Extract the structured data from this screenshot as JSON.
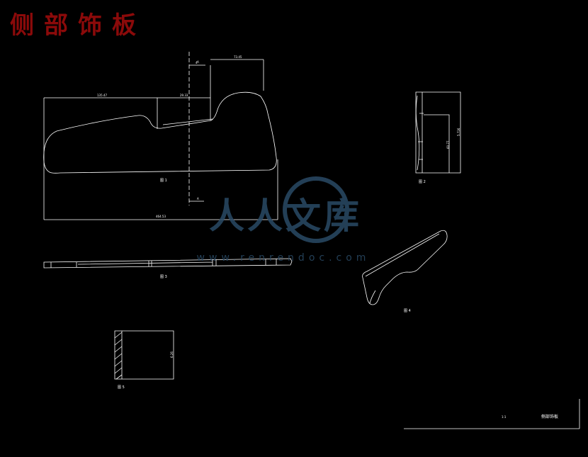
{
  "drawing": {
    "title": "侧部饰板",
    "title_color": "#8b0a0a",
    "line_color": "#ffffff",
    "background": "#000000"
  },
  "views": {
    "main_view": {
      "label": "图 1",
      "dims": [
        "73.45",
        "4",
        "135.47",
        "29.33",
        "464.53",
        "A",
        "A"
      ]
    },
    "side_view": {
      "label": "图 2",
      "dims": [
        "60.77",
        "5.726"
      ]
    },
    "bottom_view": {
      "label": "图 3"
    },
    "iso_view": {
      "label": "图 4"
    },
    "section_view": {
      "label": "图 5",
      "dims": [
        "6.26"
      ]
    }
  },
  "watermark": {
    "text": "人人文库",
    "url": "www.renrendoc.com",
    "color": "#2a4a66"
  },
  "title_block": {
    "scale": "1:1",
    "part_name": "侧部饰板"
  }
}
